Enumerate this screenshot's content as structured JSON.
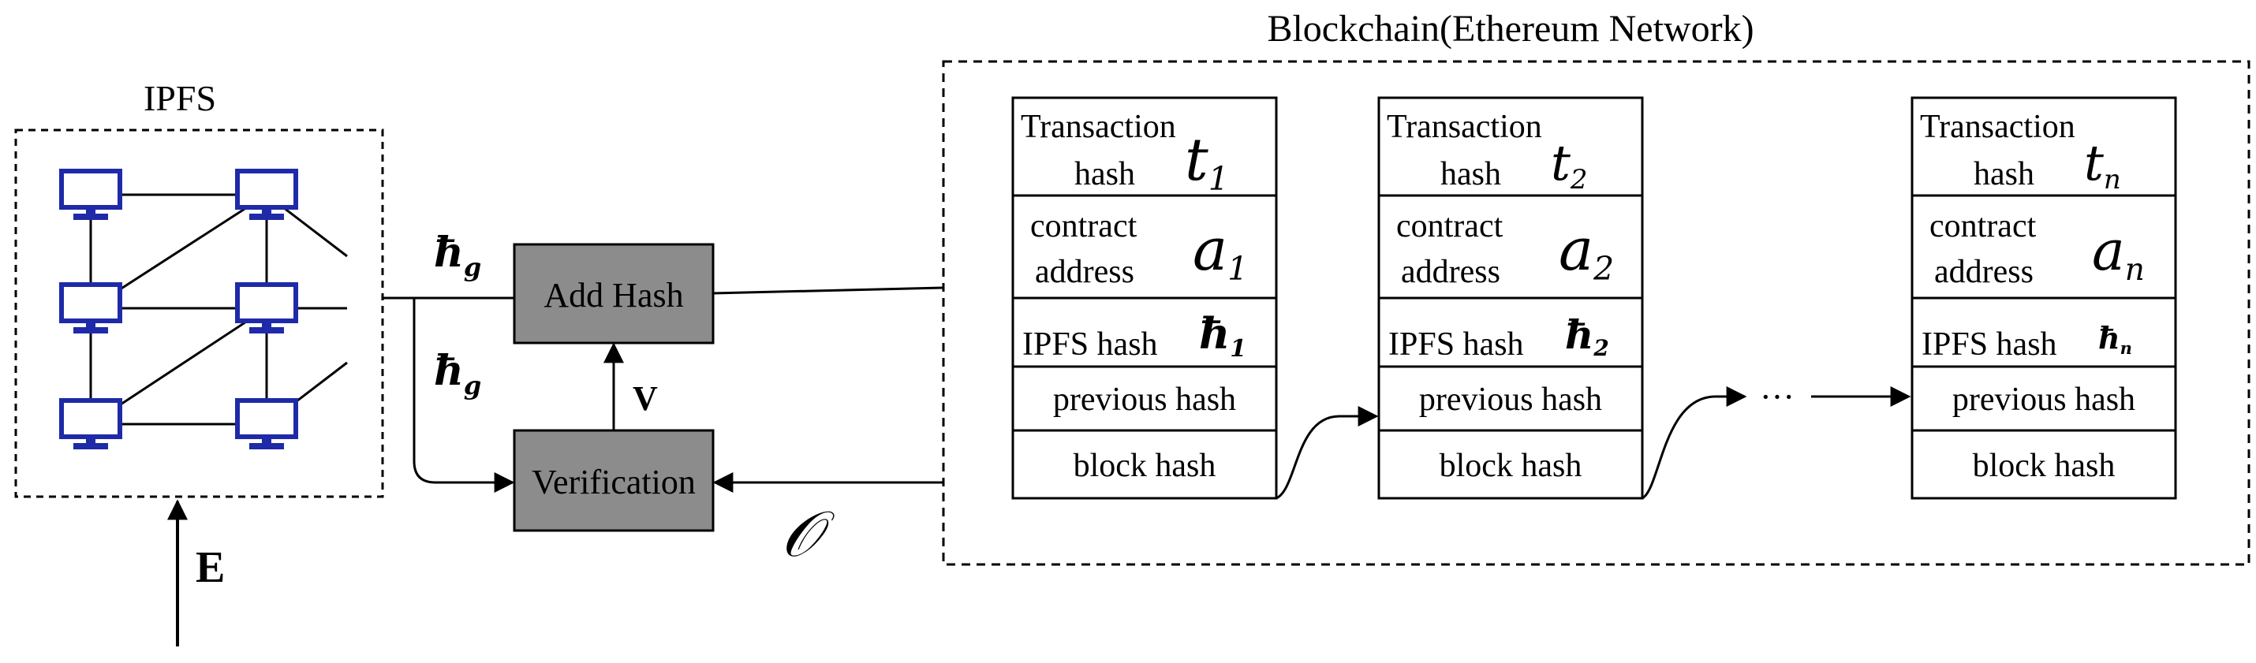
{
  "ipfs": {
    "title": "IPFS"
  },
  "blockchain": {
    "title": "Blockchain(Ethereum Network)"
  },
  "process": {
    "add_hash": "Add Hash",
    "verification": "Verification"
  },
  "symbols": {
    "hg_top": "ħ",
    "hg_top_sub": "g",
    "hg_bottom": "ħ",
    "hg_bottom_sub": "g",
    "v": "V",
    "o": "𝒪",
    "e": "E"
  },
  "ellipsis": "···",
  "blocks": [
    {
      "tx_label_1": "Transaction",
      "tx_label_2": "hash",
      "tx_sym": "t",
      "tx_sub": "1",
      "ca_label_1": "contract",
      "ca_label_2": "address",
      "ca_sym": "a",
      "ca_sub": "1",
      "ipfs_label": "IPFS hash",
      "ipfs_sym": "ħ",
      "ipfs_sub": "1",
      "prev_label": "previous hash",
      "block_label": "block hash"
    },
    {
      "tx_label_1": "Transaction",
      "tx_label_2": "hash",
      "tx_sym": "t",
      "tx_sub": "2",
      "ca_label_1": "contract",
      "ca_label_2": "address",
      "ca_sym": "a",
      "ca_sub": "2",
      "ipfs_label": "IPFS hash",
      "ipfs_sym": "ħ",
      "ipfs_sub": "2",
      "prev_label": "previous hash",
      "block_label": "block hash"
    },
    {
      "tx_label_1": "Transaction",
      "tx_label_2": "hash",
      "tx_sym": "t",
      "tx_sub": "n",
      "ca_label_1": "contract",
      "ca_label_2": "address",
      "ca_sym": "a",
      "ca_sub": "n",
      "ipfs_label": "IPFS hash",
      "ipfs_sym": "ħ",
      "ipfs_sub": "n",
      "prev_label": "previous hash",
      "block_label": "block hash"
    }
  ],
  "colors": {
    "node": "#1f2aa8",
    "process_box": "#8c8c8c",
    "stroke": "#000000"
  }
}
